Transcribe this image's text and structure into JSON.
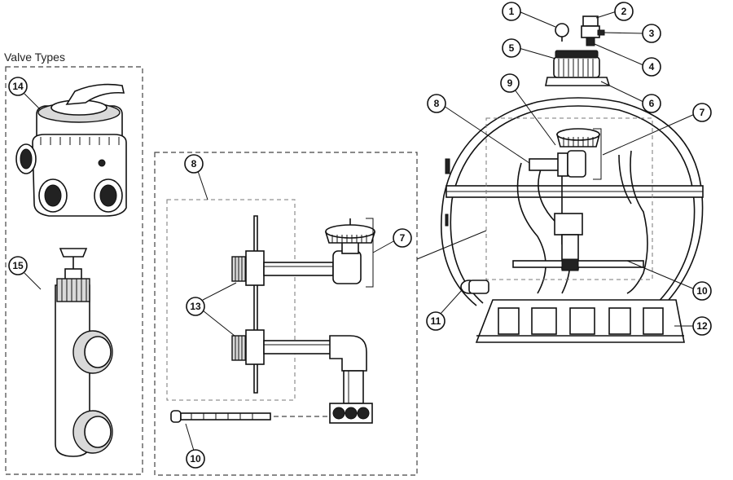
{
  "section_title": "Valve Types",
  "callouts": {
    "c1": "1",
    "c2": "2",
    "c3": "3",
    "c4": "4",
    "c5": "5",
    "c6": "6",
    "c7a": "7",
    "c7b": "7",
    "c8a": "8",
    "c8b": "8",
    "c9": "9",
    "c10a": "10",
    "c10b": "10",
    "c11": "11",
    "c12": "12",
    "c13": "13",
    "c14": "14",
    "c15": "15"
  }
}
